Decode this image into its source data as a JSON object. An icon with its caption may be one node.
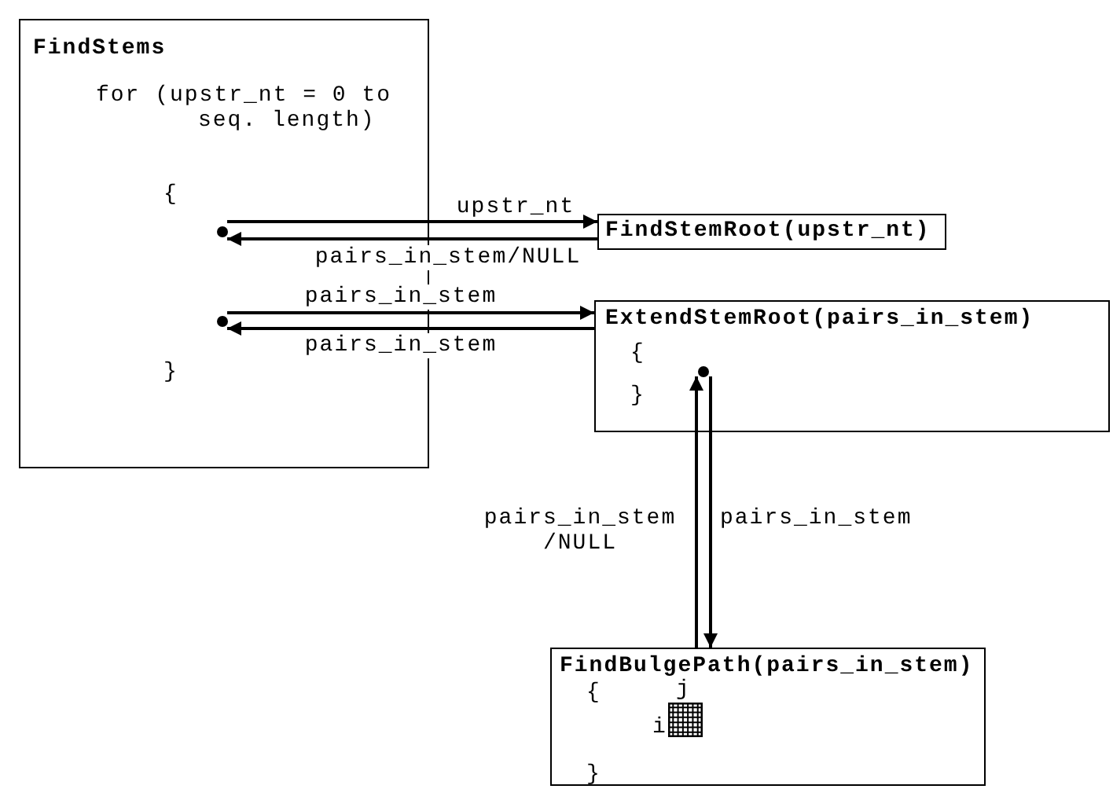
{
  "diagram": {
    "nodes": [
      {
        "text": [
          "FindStems",
          "for (upstr_nt = 0 to seq. length)",
          "{",
          "}"
        ]
      },
      {
        "text": [],
        "shape": "circle",
        "in": 0
      },
      {
        "text": [],
        "shape": "circle",
        "in": 0
      },
      {
        "text": [
          "FindStemRoot(upstr_nt)"
        ]
      },
      {
        "text": [
          "ExtendStemRoot(pairs_in_stem)",
          "{",
          "}"
        ]
      },
      {
        "text": [],
        "shape": "circle",
        "in": 4
      },
      {
        "text": [
          "FindBulgePath(pairs_in_stem)",
          "{",
          "j",
          "i",
          "}"
        ]
      }
    ],
    "edges": [
      {
        "from": 1,
        "to": 3,
        "arrow": "to",
        "label": "upstr_nt"
      },
      {
        "from": 3,
        "to": 1,
        "arrow": "to",
        "label": "pairs_in_stem/NULL"
      },
      {
        "from": 2,
        "to": 4,
        "arrow": "to",
        "label": "pairs_in_stem"
      },
      {
        "from": 4,
        "to": 2,
        "arrow": "to",
        "label": "pairs_in_stem"
      },
      {
        "from": 6,
        "to": 5,
        "arrow": "to",
        "label": "pairs_in_stem /NULL"
      },
      {
        "from": 5,
        "to": 6,
        "arrow": "to",
        "label": "pairs_in_stem"
      }
    ]
  }
}
